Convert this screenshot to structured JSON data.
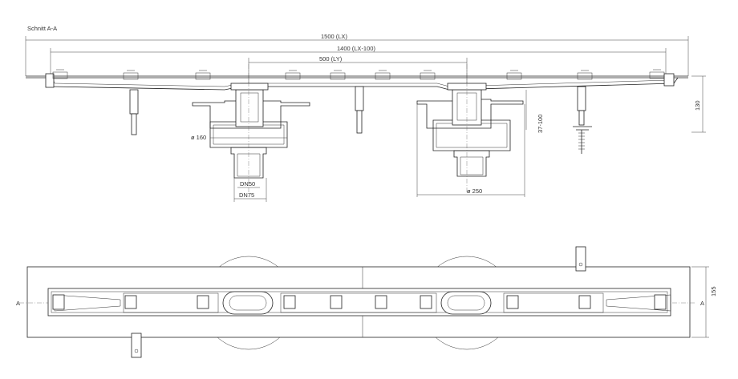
{
  "section_title": "Schnitt A-A",
  "dimensions": {
    "overall_length": "1500 (LX)",
    "inner_length": "1400 (LX-100)",
    "outlet_spacing": "500 (LY)",
    "height_total": "130",
    "height_range": "37-100",
    "diameter_left": "ø 160",
    "diameter_right": "ø 250",
    "dn_inner": "DN50",
    "dn_outer": "DN75",
    "plan_width": "155"
  },
  "section_markers": {
    "left": "A",
    "right": "A"
  }
}
